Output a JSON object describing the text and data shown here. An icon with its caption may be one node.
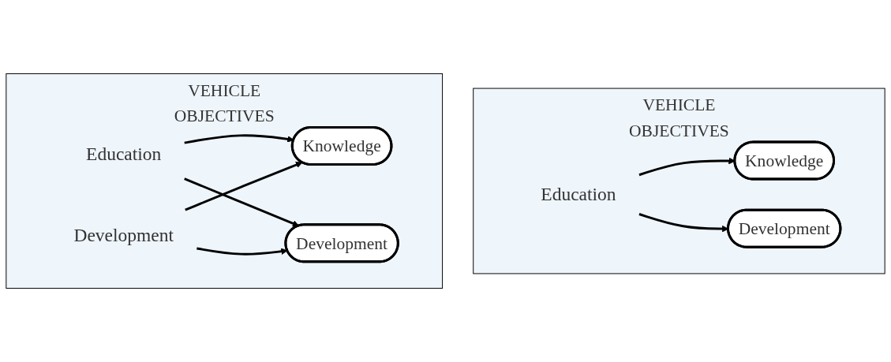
{
  "diagram": {
    "nodes": [
      {
        "text": [
          "VEHICLE",
          "OBJECTIVES"
        ]
      },
      {
        "text": [
          "Education"
        ],
        "in": 0
      },
      {
        "text": [
          "Knowledge"
        ],
        "in": 0
      },
      {
        "text": [
          "Development"
        ],
        "in": 0
      },
      {
        "text": [
          "VEHICLE",
          "OBJECTIVES"
        ]
      },
      {
        "text": [
          "Education"
        ],
        "in": 4
      },
      {
        "text": [
          "Development"
        ],
        "in": 4
      },
      {
        "text": [
          "Knowledge"
        ],
        "in": 4
      },
      {
        "text": [
          "Development"
        ],
        "in": 4
      }
    ],
    "edges": [
      {
        "from": 1,
        "to": 2,
        "arrow": "to"
      },
      {
        "from": 1,
        "to": 3,
        "arrow": "to"
      },
      {
        "from": 5,
        "to": 7,
        "arrow": "to"
      },
      {
        "from": 5,
        "to": 8,
        "arrow": "to"
      },
      {
        "from": 6,
        "to": 7,
        "arrow": "to"
      },
      {
        "from": 6,
        "to": 8,
        "arrow": "to"
      }
    ]
  }
}
